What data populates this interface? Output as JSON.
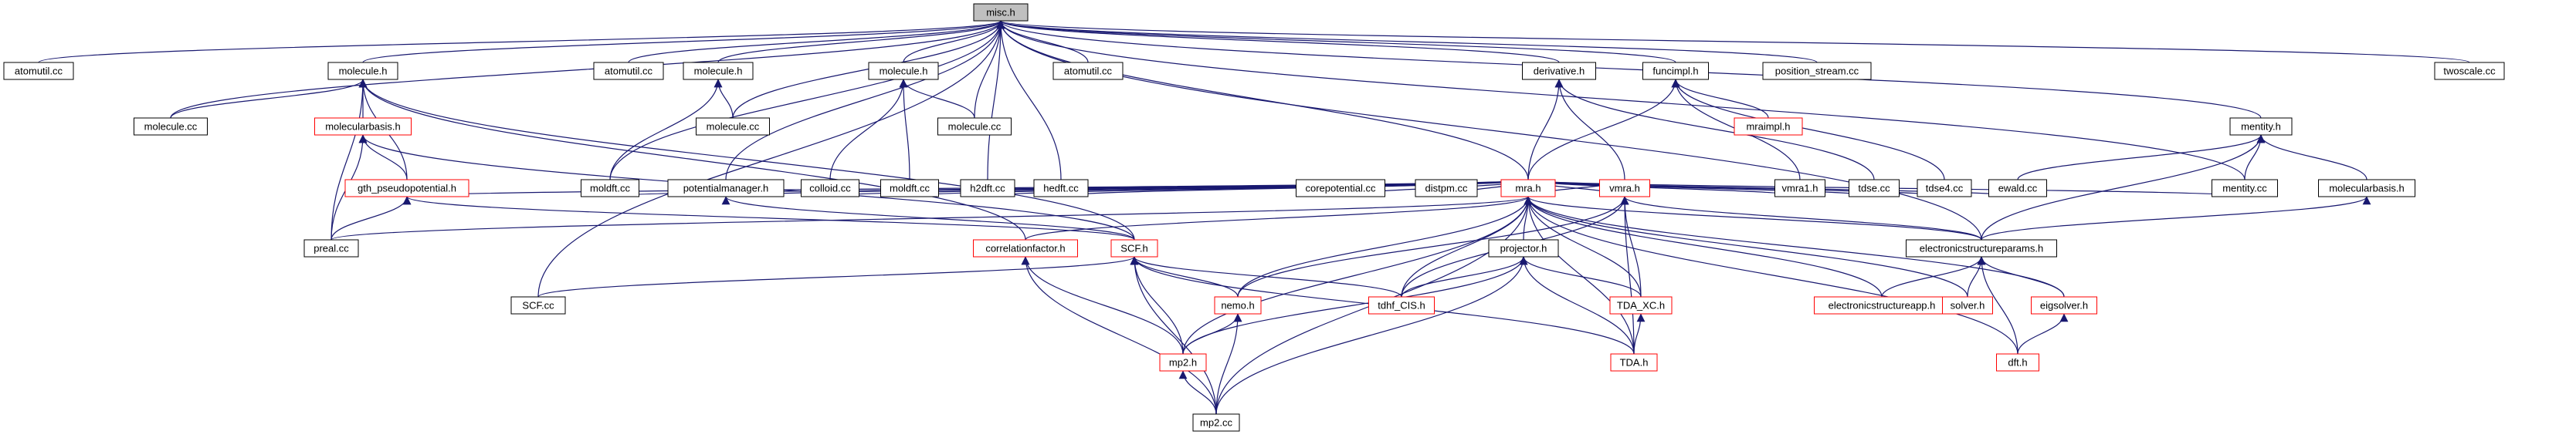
{
  "graph": {
    "nodes": [
      {
        "id": "misc",
        "label": "misc.h",
        "style": "root"
      },
      {
        "id": "atomutil1",
        "label": "atomutil.cc",
        "style": "normal"
      },
      {
        "id": "molecule_h1",
        "label": "molecule.h",
        "style": "normal"
      },
      {
        "id": "atomutil2",
        "label": "atomutil.cc",
        "style": "normal"
      },
      {
        "id": "molecule_h2",
        "label": "molecule.h",
        "style": "normal"
      },
      {
        "id": "molecule_h3",
        "label": "molecule.h",
        "style": "normal"
      },
      {
        "id": "atomutil3",
        "label": "atomutil.cc",
        "style": "normal"
      },
      {
        "id": "derivative",
        "label": "derivative.h",
        "style": "normal"
      },
      {
        "id": "funcimpl",
        "label": "funcimpl.h",
        "style": "normal"
      },
      {
        "id": "position_stream",
        "label": "position_stream.cc",
        "style": "normal"
      },
      {
        "id": "twoscale",
        "label": "twoscale.cc",
        "style": "normal"
      },
      {
        "id": "molecule_cc1",
        "label": "molecule.cc",
        "style": "normal"
      },
      {
        "id": "molecularbasis1",
        "label": "molecularbasis.h",
        "style": "red"
      },
      {
        "id": "molecule_cc2",
        "label": "molecule.cc",
        "style": "normal"
      },
      {
        "id": "molecule_cc3",
        "label": "molecule.cc",
        "style": "normal"
      },
      {
        "id": "mraimpl",
        "label": "mraimpl.h",
        "style": "red"
      },
      {
        "id": "mentity_h",
        "label": "mentity.h",
        "style": "normal"
      },
      {
        "id": "mra",
        "label": "mra.h",
        "style": "red"
      },
      {
        "id": "gth",
        "label": "gth_pseudopotential.h",
        "style": "red"
      },
      {
        "id": "moldft1",
        "label": "moldft.cc",
        "style": "normal"
      },
      {
        "id": "potentialmanager",
        "label": "potentialmanager.h",
        "style": "normal"
      },
      {
        "id": "colloid",
        "label": "colloid.cc",
        "style": "normal"
      },
      {
        "id": "moldft2",
        "label": "moldft.cc",
        "style": "normal"
      },
      {
        "id": "h2dft",
        "label": "h2dft.cc",
        "style": "normal"
      },
      {
        "id": "hedft",
        "label": "hedft.cc",
        "style": "normal"
      },
      {
        "id": "corepotential",
        "label": "corepotential.cc",
        "style": "normal"
      },
      {
        "id": "distpm",
        "label": "distpm.cc",
        "style": "normal"
      },
      {
        "id": "vmra_h",
        "label": "vmra.h",
        "style": "red"
      },
      {
        "id": "vmra1",
        "label": "vmra1.h",
        "style": "normal"
      },
      {
        "id": "tdse",
        "label": "tdse.cc",
        "style": "normal"
      },
      {
        "id": "tdse4",
        "label": "tdse4.cc",
        "style": "normal"
      },
      {
        "id": "ewald",
        "label": "ewald.cc",
        "style": "normal"
      },
      {
        "id": "mentity_cc",
        "label": "mentity.cc",
        "style": "normal"
      },
      {
        "id": "molecularbasis2",
        "label": "molecularbasis.h",
        "style": "normal"
      },
      {
        "id": "preal",
        "label": "preal.cc",
        "style": "normal"
      },
      {
        "id": "correlationfactor",
        "label": "correlationfactor.h",
        "style": "red"
      },
      {
        "id": "scf_h",
        "label": "SCF.h",
        "style": "red"
      },
      {
        "id": "projector",
        "label": "projector.h",
        "style": "normal"
      },
      {
        "id": "esp",
        "label": "electronicstructureparams.h",
        "style": "normal"
      },
      {
        "id": "scf_cc",
        "label": "SCF.cc",
        "style": "normal"
      },
      {
        "id": "nemo",
        "label": "nemo.h",
        "style": "red"
      },
      {
        "id": "tdhf",
        "label": "tdhf_CIS.h",
        "style": "red"
      },
      {
        "id": "tda_xc",
        "label": "TDA_XC.h",
        "style": "red"
      },
      {
        "id": "esapp",
        "label": "electronicstructureapp.h",
        "style": "red"
      },
      {
        "id": "solver",
        "label": "solver.h",
        "style": "red"
      },
      {
        "id": "eigsolver",
        "label": "eigsolver.h",
        "style": "red"
      },
      {
        "id": "mp2_h",
        "label": "mp2.h",
        "style": "red"
      },
      {
        "id": "tda_h",
        "label": "TDA.h",
        "style": "red"
      },
      {
        "id": "dft",
        "label": "dft.h",
        "style": "red"
      },
      {
        "id": "mp2_cc",
        "label": "mp2.cc",
        "style": "normal"
      }
    ],
    "edges": [
      [
        "atomutil1",
        "misc"
      ],
      [
        "molecule_h1",
        "misc"
      ],
      [
        "atomutil2",
        "misc"
      ],
      [
        "molecule_h2",
        "misc"
      ],
      [
        "molecule_h3",
        "misc"
      ],
      [
        "atomutil3",
        "misc"
      ],
      [
        "derivative",
        "misc"
      ],
      [
        "funcimpl",
        "misc"
      ],
      [
        "position_stream",
        "misc"
      ],
      [
        "twoscale",
        "misc"
      ],
      [
        "molecule_cc1",
        "misc"
      ],
      [
        "moldft1",
        "misc"
      ],
      [
        "molecule_cc2",
        "misc"
      ],
      [
        "potentialmanager",
        "misc"
      ],
      [
        "molecule_cc3",
        "misc"
      ],
      [
        "h2dft",
        "misc"
      ],
      [
        "hedft",
        "misc"
      ],
      [
        "mra",
        "misc"
      ],
      [
        "mentity_h",
        "misc"
      ],
      [
        "mentity_cc",
        "misc"
      ],
      [
        "scf_cc",
        "misc"
      ],
      [
        "esp",
        "misc"
      ],
      [
        "molecule_cc1",
        "molecule_h1"
      ],
      [
        "molecularbasis1",
        "molecule_h1"
      ],
      [
        "gth",
        "molecule_h1"
      ],
      [
        "preal",
        "molecule_h1"
      ],
      [
        "scf_h",
        "molecule_h1"
      ],
      [
        "correlationfactor",
        "molecule_h1"
      ],
      [
        "gth",
        "molecularbasis1"
      ],
      [
        "preal",
        "molecularbasis1"
      ],
      [
        "scf_h",
        "molecularbasis1"
      ],
      [
        "moldft1",
        "molecule_h2"
      ],
      [
        "molecule_cc2",
        "molecule_h2"
      ],
      [
        "colloid",
        "molecule_h3"
      ],
      [
        "moldft2",
        "molecule_h3"
      ],
      [
        "molecule_cc3",
        "molecule_h3"
      ],
      [
        "mra",
        "derivative"
      ],
      [
        "vmra_h",
        "derivative"
      ],
      [
        "tdse",
        "derivative"
      ],
      [
        "mra",
        "funcimpl"
      ],
      [
        "mraimpl",
        "funcimpl"
      ],
      [
        "vmra1",
        "funcimpl"
      ],
      [
        "tdse4",
        "funcimpl"
      ],
      [
        "molecularbasis2",
        "mentity_h"
      ],
      [
        "ewald",
        "mentity_h"
      ],
      [
        "mentity_cc",
        "mentity_h"
      ],
      [
        "esp",
        "mentity_h"
      ],
      [
        "gth",
        "mra"
      ],
      [
        "moldft1",
        "mra"
      ],
      [
        "potentialmanager",
        "mra"
      ],
      [
        "colloid",
        "mra"
      ],
      [
        "moldft2",
        "mra"
      ],
      [
        "h2dft",
        "mra"
      ],
      [
        "hedft",
        "mra"
      ],
      [
        "corepotential",
        "mra"
      ],
      [
        "distpm",
        "mra"
      ],
      [
        "vmra_h",
        "mra"
      ],
      [
        "vmra1",
        "mra"
      ],
      [
        "tdse",
        "mra"
      ],
      [
        "tdse4",
        "mra"
      ],
      [
        "ewald",
        "mra"
      ],
      [
        "mentity_cc",
        "mra"
      ],
      [
        "preal",
        "mra"
      ],
      [
        "correlationfactor",
        "mra"
      ],
      [
        "projector",
        "mra"
      ],
      [
        "esp",
        "mra"
      ],
      [
        "nemo",
        "mra"
      ],
      [
        "tdhf",
        "mra"
      ],
      [
        "tda_xc",
        "mra"
      ],
      [
        "esapp",
        "mra"
      ],
      [
        "solver",
        "mra"
      ],
      [
        "eigsolver",
        "mra"
      ],
      [
        "mp2_h",
        "mra"
      ],
      [
        "tda_h",
        "mra"
      ],
      [
        "dft",
        "mra"
      ],
      [
        "mp2_cc",
        "mra"
      ],
      [
        "preal",
        "gth"
      ],
      [
        "scf_h",
        "gth"
      ],
      [
        "scf_h",
        "potentialmanager"
      ],
      [
        "mra",
        "vmra_h"
      ],
      [
        "esp",
        "vmra_h"
      ],
      [
        "tdhf",
        "vmra_h"
      ],
      [
        "tda_xc",
        "vmra_h"
      ],
      [
        "nemo",
        "vmra_h"
      ],
      [
        "tda_h",
        "vmra_h"
      ],
      [
        "esp",
        "molecularbasis2"
      ],
      [
        "mp2_h",
        "correlationfactor"
      ],
      [
        "mp2_cc",
        "correlationfactor"
      ],
      [
        "scf_cc",
        "scf_h"
      ],
      [
        "nemo",
        "scf_h"
      ],
      [
        "tdhf",
        "scf_h"
      ],
      [
        "mp2_h",
        "scf_h"
      ],
      [
        "tda_h",
        "scf_h"
      ],
      [
        "mp2_cc",
        "scf_h"
      ],
      [
        "tdhf",
        "projector"
      ],
      [
        "tda_xc",
        "projector"
      ],
      [
        "mp2_h",
        "projector"
      ],
      [
        "tda_h",
        "projector"
      ],
      [
        "mp2_cc",
        "projector"
      ],
      [
        "esapp",
        "esp"
      ],
      [
        "solver",
        "esp"
      ],
      [
        "eigsolver",
        "esp"
      ],
      [
        "dft",
        "esp"
      ],
      [
        "mp2_h",
        "nemo"
      ],
      [
        "mp2_cc",
        "nemo"
      ],
      [
        "tda_h",
        "tda_xc"
      ],
      [
        "mp2_cc",
        "mp2_h"
      ],
      [
        "dft",
        "eigsolver"
      ]
    ]
  }
}
